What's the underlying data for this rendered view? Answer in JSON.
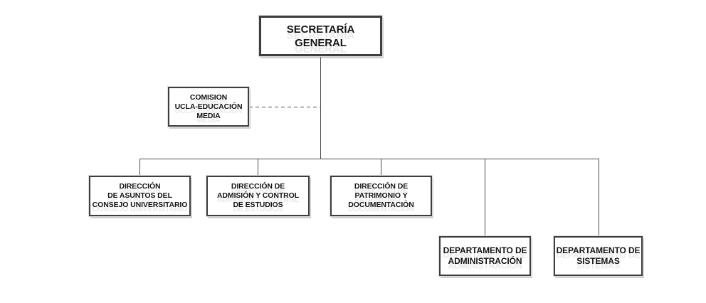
{
  "colors": {
    "background": "#ffffff",
    "line": "#4d4d4d",
    "box_border": "#3e3e3e",
    "text": "#141414"
  },
  "orgchart": {
    "nodes": [
      {
        "id": "secretaria-general",
        "label": "SECRETARÍA\nGENERAL"
      },
      {
        "id": "comision-ucla-educacion-media",
        "label": "COMISION\nUCLA-EDUCACIÓN\nMEDIA"
      },
      {
        "id": "direccion-asuntos-consejo",
        "label": "DIRECCIÓN\nDE ASUNTOS DEL\nCONSEJO UNIVERSITARIO"
      },
      {
        "id": "direccion-admision-control",
        "label": "DIRECCIÓN DE\nADMISIÓN Y CONTROL\nDE ESTUDIOS"
      },
      {
        "id": "direccion-patrimonio",
        "label": "DIRECCIÓN DE\nPATRIMONIO Y\nDOCUMENTACIÓN"
      },
      {
        "id": "departamento-administracion",
        "label": "DEPARTAMENTO DE\nADMINISTRACIÓN"
      },
      {
        "id": "departamento-sistemas",
        "label": "DEPARTAMENTO DE\nSISTEMAS"
      }
    ],
    "edges": [
      {
        "from": "secretaria-general",
        "to": "comision-ucla-educacion-media",
        "style": "dashed"
      },
      {
        "from": "secretaria-general",
        "to": "direccion-asuntos-consejo",
        "style": "solid"
      },
      {
        "from": "secretaria-general",
        "to": "direccion-admision-control",
        "style": "solid"
      },
      {
        "from": "secretaria-general",
        "to": "direccion-patrimonio",
        "style": "solid"
      },
      {
        "from": "secretaria-general",
        "to": "departamento-administracion",
        "style": "solid"
      },
      {
        "from": "secretaria-general",
        "to": "departamento-sistemas",
        "style": "solid"
      }
    ]
  }
}
